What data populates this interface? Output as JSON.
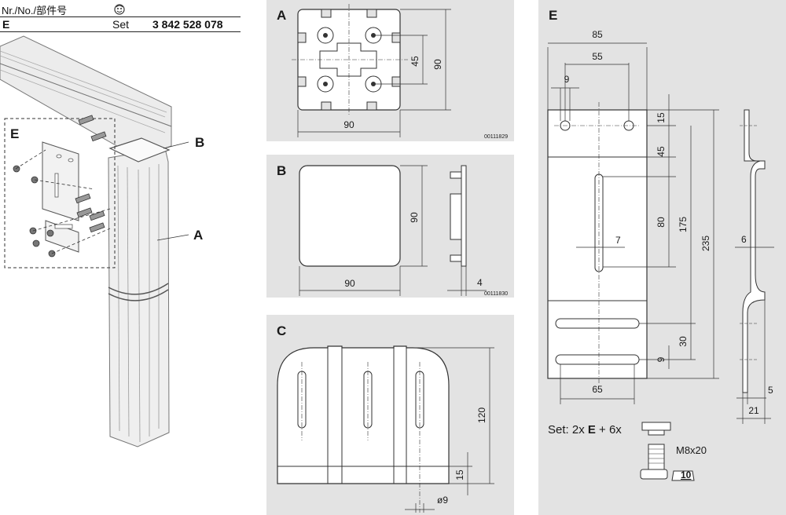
{
  "header": {
    "col1_label": "Nr./No./部件号",
    "row_variant": "E",
    "row_type": "Set",
    "row_number": "3 842 528 078"
  },
  "left": {
    "callouts": [
      "E",
      "B",
      "A"
    ]
  },
  "panel_a": {
    "letter": "A",
    "dim_width": "90",
    "dim_height": "90",
    "dim_inner": "45",
    "code": "00111829"
  },
  "panel_b": {
    "letter": "B",
    "dim_width": "90",
    "dim_height": "90",
    "dim_thickness": "4",
    "code": "00111830"
  },
  "panel_c": {
    "letter": "C",
    "dim_height": "120",
    "dim_base": "15",
    "dim_hole": "ø9"
  },
  "panel_e": {
    "letter": "E",
    "dim_85": "85",
    "dim_55": "55",
    "dim_9_top": "9",
    "dim_15": "15",
    "dim_45": "45",
    "dim_80": "80",
    "dim_175": "175",
    "dim_235": "235",
    "dim_7": "7",
    "dim_30": "30",
    "dim_9_low": "9",
    "dim_65": "65",
    "dim_6": "6",
    "dim_5": "5",
    "dim_21": "21",
    "set_prefix": "Set: 2x ",
    "set_e": "E",
    "set_mid": " + 6x",
    "bolt_label": "M8x20",
    "nut_label": "10"
  }
}
